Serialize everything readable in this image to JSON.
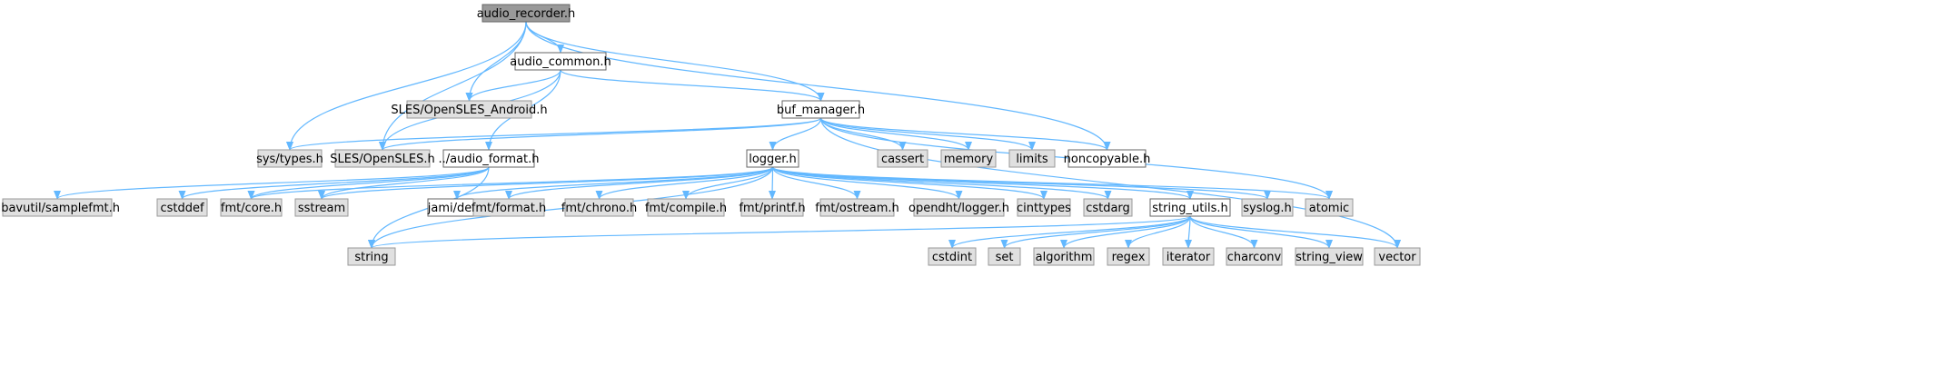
{
  "diagram": {
    "colors": {
      "edge": "#63b8ff",
      "focus_fill": "#999999",
      "focus_stroke": "#666666",
      "internal_fill": "#ffffff",
      "internal_stroke": "#666666",
      "external_fill": "#e0e0e0",
      "external_stroke": "#999999"
    },
    "nodes": [
      {
        "id": "audio_recorder",
        "label": "audio_recorder.h",
        "kind": "focus"
      },
      {
        "id": "audio_common",
        "label": "audio_common.h",
        "kind": "internal"
      },
      {
        "id": "sles_android",
        "label": "SLES/OpenSLES_Android.h",
        "kind": "external"
      },
      {
        "id": "buf_manager",
        "label": "buf_manager.h",
        "kind": "internal"
      },
      {
        "id": "sys_types",
        "label": "sys/types.h",
        "kind": "external"
      },
      {
        "id": "sles",
        "label": "SLES/OpenSLES.h",
        "kind": "external"
      },
      {
        "id": "audio_format",
        "label": "../audio_format.h",
        "kind": "internal"
      },
      {
        "id": "logger",
        "label": "logger.h",
        "kind": "internal"
      },
      {
        "id": "cassert",
        "label": "cassert",
        "kind": "external"
      },
      {
        "id": "memory",
        "label": "memory",
        "kind": "external"
      },
      {
        "id": "limits",
        "label": "limits",
        "kind": "external"
      },
      {
        "id": "noncopyable",
        "label": "noncopyable.h",
        "kind": "internal"
      },
      {
        "id": "samplefmt",
        "label": "libavutil/samplefmt.h",
        "kind": "external"
      },
      {
        "id": "cstddef",
        "label": "cstddef",
        "kind": "external"
      },
      {
        "id": "fmt_core",
        "label": "fmt/core.h",
        "kind": "external"
      },
      {
        "id": "sstream",
        "label": "sstream",
        "kind": "external"
      },
      {
        "id": "jami_def",
        "label": "jami/def.h",
        "kind": "internal"
      },
      {
        "id": "fmt_format",
        "label": "fmt/format.h",
        "kind": "external"
      },
      {
        "id": "fmt_chrono",
        "label": "fmt/chrono.h",
        "kind": "external"
      },
      {
        "id": "fmt_compile",
        "label": "fmt/compile.h",
        "kind": "external"
      },
      {
        "id": "fmt_printf",
        "label": "fmt/printf.h",
        "kind": "external"
      },
      {
        "id": "fmt_ostream",
        "label": "fmt/ostream.h",
        "kind": "external"
      },
      {
        "id": "opendht_logger",
        "label": "opendht/logger.h",
        "kind": "external"
      },
      {
        "id": "cinttypes",
        "label": "cinttypes",
        "kind": "external"
      },
      {
        "id": "cstdarg",
        "label": "cstdarg",
        "kind": "external"
      },
      {
        "id": "string_utils",
        "label": "string_utils.h",
        "kind": "internal"
      },
      {
        "id": "syslog",
        "label": "syslog.h",
        "kind": "external"
      },
      {
        "id": "atomic",
        "label": "atomic",
        "kind": "external"
      },
      {
        "id": "string",
        "label": "string",
        "kind": "external"
      },
      {
        "id": "cstdint",
        "label": "cstdint",
        "kind": "external"
      },
      {
        "id": "set",
        "label": "set",
        "kind": "external"
      },
      {
        "id": "algorithm",
        "label": "algorithm",
        "kind": "external"
      },
      {
        "id": "regex",
        "label": "regex",
        "kind": "external"
      },
      {
        "id": "iterator",
        "label": "iterator",
        "kind": "external"
      },
      {
        "id": "charconv",
        "label": "charconv",
        "kind": "external"
      },
      {
        "id": "string_view",
        "label": "string_view",
        "kind": "external"
      },
      {
        "id": "vector",
        "label": "vector",
        "kind": "external"
      }
    ],
    "edges": [
      [
        "audio_recorder",
        "audio_common"
      ],
      [
        "audio_recorder",
        "sles_android"
      ],
      [
        "audio_recorder",
        "buf_manager"
      ],
      [
        "audio_recorder",
        "sys_types"
      ],
      [
        "audio_recorder",
        "sles"
      ],
      [
        "audio_recorder",
        "noncopyable"
      ],
      [
        "audio_common",
        "sles_android"
      ],
      [
        "audio_common",
        "buf_manager"
      ],
      [
        "audio_common",
        "sles"
      ],
      [
        "audio_common",
        "audio_format"
      ],
      [
        "buf_manager",
        "sys_types"
      ],
      [
        "buf_manager",
        "sles"
      ],
      [
        "buf_manager",
        "logger"
      ],
      [
        "buf_manager",
        "cassert"
      ],
      [
        "buf_manager",
        "memory"
      ],
      [
        "buf_manager",
        "limits"
      ],
      [
        "buf_manager",
        "noncopyable"
      ],
      [
        "buf_manager",
        "atomic"
      ],
      [
        "buf_manager",
        "vector"
      ],
      [
        "audio_format",
        "samplefmt"
      ],
      [
        "audio_format",
        "cstddef"
      ],
      [
        "audio_format",
        "fmt_core"
      ],
      [
        "audio_format",
        "sstream"
      ],
      [
        "audio_format",
        "string"
      ],
      [
        "logger",
        "fmt_core"
      ],
      [
        "logger",
        "sstream"
      ],
      [
        "logger",
        "jami_def"
      ],
      [
        "logger",
        "fmt_format"
      ],
      [
        "logger",
        "fmt_chrono"
      ],
      [
        "logger",
        "fmt_compile"
      ],
      [
        "logger",
        "fmt_printf"
      ],
      [
        "logger",
        "fmt_ostream"
      ],
      [
        "logger",
        "opendht_logger"
      ],
      [
        "logger",
        "cinttypes"
      ],
      [
        "logger",
        "cstdarg"
      ],
      [
        "logger",
        "string_utils"
      ],
      [
        "logger",
        "syslog"
      ],
      [
        "logger",
        "atomic"
      ],
      [
        "logger",
        "string"
      ],
      [
        "string_utils",
        "string"
      ],
      [
        "string_utils",
        "cstdint"
      ],
      [
        "string_utils",
        "set"
      ],
      [
        "string_utils",
        "algorithm"
      ],
      [
        "string_utils",
        "regex"
      ],
      [
        "string_utils",
        "iterator"
      ],
      [
        "string_utils",
        "charconv"
      ],
      [
        "string_utils",
        "string_view"
      ],
      [
        "string_utils",
        "vector"
      ]
    ]
  }
}
